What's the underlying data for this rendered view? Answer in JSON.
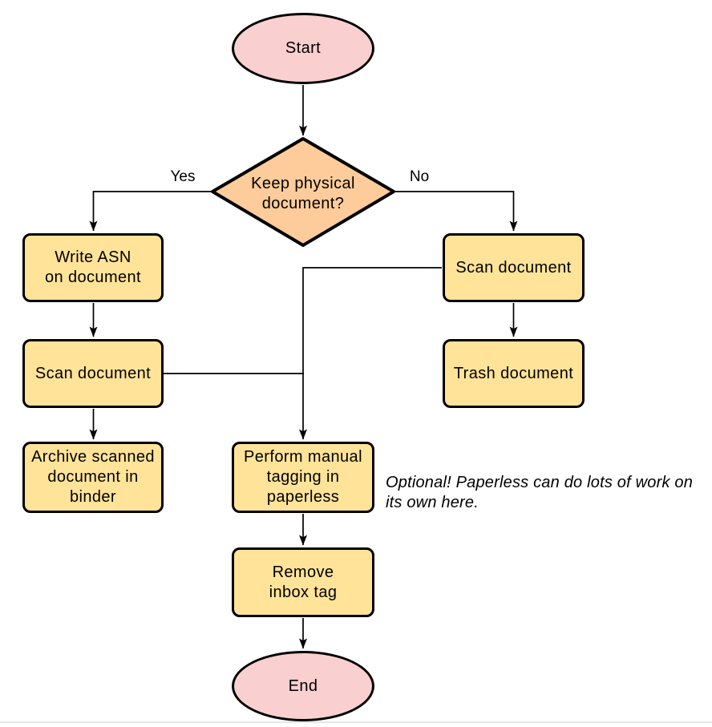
{
  "page": {
    "background": "#ffffff",
    "divider_color": "#e4e6e6"
  },
  "flowchart": {
    "stroke_color": "#000000",
    "text_color": "#000000",
    "nodes": {
      "start": {
        "label": "Start",
        "shape": "ellipse",
        "fill": "#f9cfcf"
      },
      "decision": {
        "label": [
          "Keep physical",
          "document?"
        ],
        "shape": "diamond",
        "fill": "#fdcc9a"
      },
      "write_asn": {
        "label": [
          "Write ASN",
          "on document"
        ],
        "shape": "rect",
        "fill": "#ffe399"
      },
      "scan_left": {
        "label": "Scan document",
        "shape": "rect",
        "fill": "#ffe399"
      },
      "archive": {
        "label": [
          "Archive scanned",
          "document in",
          "binder"
        ],
        "shape": "rect",
        "fill": "#ffe399"
      },
      "scan_right": {
        "label": "Scan document",
        "shape": "rect",
        "fill": "#ffe399"
      },
      "trash": {
        "label": "Trash document",
        "shape": "rect",
        "fill": "#ffe399"
      },
      "tagging": {
        "label": [
          "Perform manual",
          "tagging in",
          "paperless"
        ],
        "shape": "rect",
        "fill": "#ffe399"
      },
      "remove_inbox": {
        "label": [
          "Remove",
          "inbox tag"
        ],
        "shape": "rect",
        "fill": "#ffe399"
      },
      "end": {
        "label": "End",
        "shape": "ellipse",
        "fill": "#f9cfcf"
      }
    },
    "edge_labels": {
      "yes": "Yes",
      "no": "No"
    },
    "annotation": [
      "Optional! Paperless can do lots of work on",
      "its own here."
    ]
  }
}
